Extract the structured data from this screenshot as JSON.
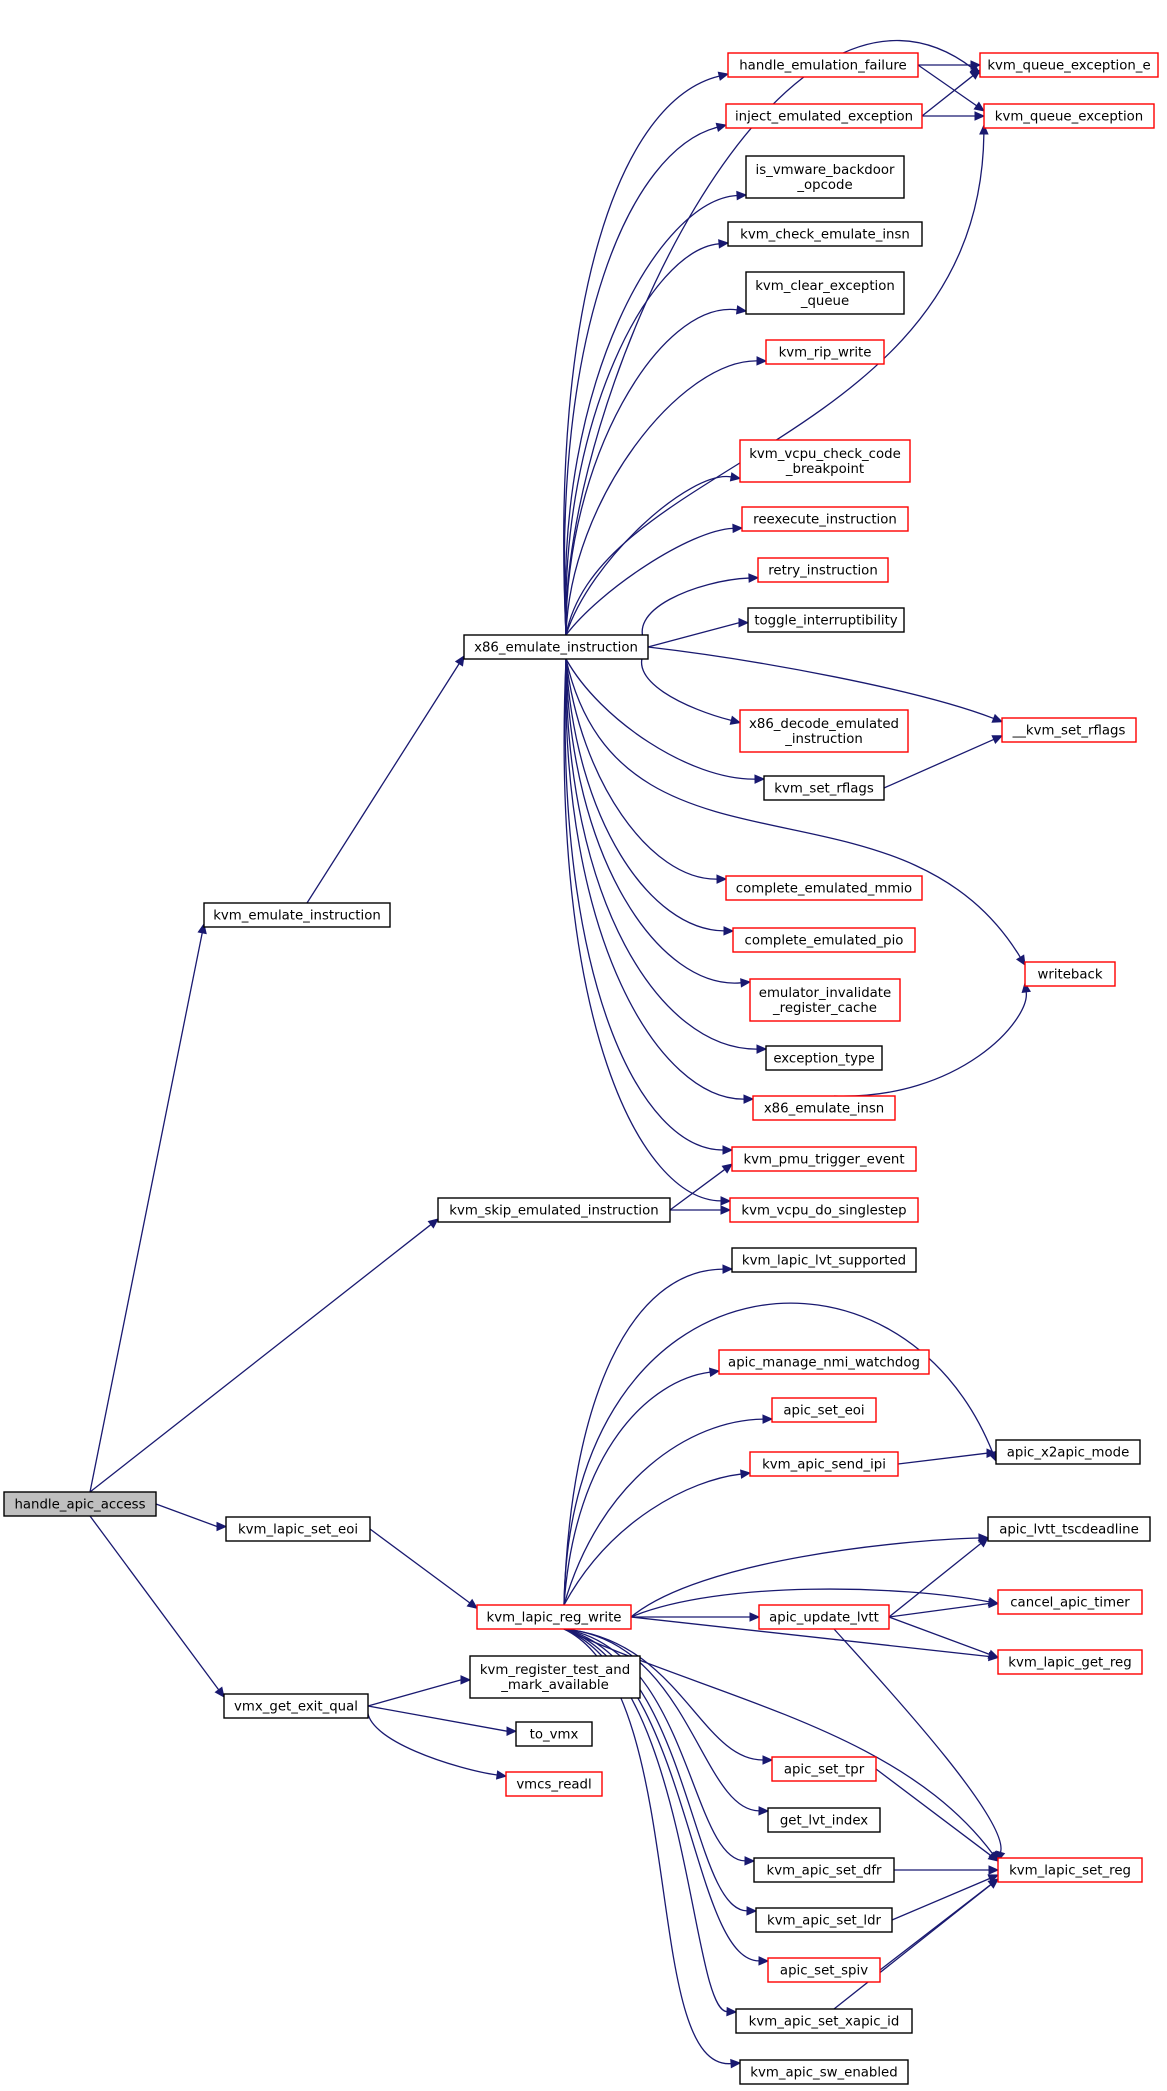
{
  "graph": {
    "edge_color": "#191970",
    "linked_border_color": "#ff0000",
    "plain_border_color": "#000000",
    "root_fill_color": "#bfbfbf",
    "nodes": [
      {
        "id": "n_root",
        "lines": [
          "handle_apic_access"
        ],
        "style": "root"
      },
      {
        "id": "n_kei",
        "lines": [
          "kvm_emulate_instruction"
        ],
        "style": "plain"
      },
      {
        "id": "n_x86ei",
        "lines": [
          "x86_emulate_instruction"
        ],
        "style": "plain"
      },
      {
        "id": "n_hef",
        "lines": [
          "handle_emulation_failure"
        ],
        "style": "linked"
      },
      {
        "id": "n_kqee",
        "lines": [
          "kvm_queue_exception_e"
        ],
        "style": "linked"
      },
      {
        "id": "n_kqe",
        "lines": [
          "kvm_queue_exception"
        ],
        "style": "linked"
      },
      {
        "id": "n_iee",
        "lines": [
          "inject_emulated_exception"
        ],
        "style": "linked"
      },
      {
        "id": "n_ivbo",
        "lines": [
          "is_vmware_backdoor",
          "_opcode"
        ],
        "style": "plain"
      },
      {
        "id": "n_kcei",
        "lines": [
          "kvm_check_emulate_insn"
        ],
        "style": "plain"
      },
      {
        "id": "n_kceq",
        "lines": [
          "kvm_clear_exception",
          "_queue"
        ],
        "style": "plain"
      },
      {
        "id": "n_krw",
        "lines": [
          "kvm_rip_write"
        ],
        "style": "linked"
      },
      {
        "id": "n_kvccb",
        "lines": [
          "kvm_vcpu_check_code",
          "_breakpoint"
        ],
        "style": "linked"
      },
      {
        "id": "n_rei",
        "lines": [
          "reexecute_instruction"
        ],
        "style": "linked"
      },
      {
        "id": "n_ri",
        "lines": [
          "retry_instruction"
        ],
        "style": "linked"
      },
      {
        "id": "n_ti",
        "lines": [
          "toggle_interruptibility"
        ],
        "style": "plain"
      },
      {
        "id": "n_ksr_",
        "lines": [
          "__kvm_set_rflags"
        ],
        "style": "linked"
      },
      {
        "id": "n_x86dei",
        "lines": [
          "x86_decode_emulated",
          "_instruction"
        ],
        "style": "linked"
      },
      {
        "id": "n_ksr",
        "lines": [
          "kvm_set_rflags"
        ],
        "style": "plain"
      },
      {
        "id": "n_cem",
        "lines": [
          "complete_emulated_mmio"
        ],
        "style": "linked"
      },
      {
        "id": "n_cep",
        "lines": [
          "complete_emulated_pio"
        ],
        "style": "linked"
      },
      {
        "id": "n_wb",
        "lines": [
          "writeback"
        ],
        "style": "linked"
      },
      {
        "id": "n_eirc",
        "lines": [
          "emulator_invalidate",
          "_register_cache"
        ],
        "style": "linked"
      },
      {
        "id": "n_et",
        "lines": [
          "exception_type"
        ],
        "style": "plain"
      },
      {
        "id": "n_x86insn",
        "lines": [
          "x86_emulate_insn"
        ],
        "style": "linked"
      },
      {
        "id": "n_kpte",
        "lines": [
          "kvm_pmu_trigger_event"
        ],
        "style": "linked"
      },
      {
        "id": "n_kvds",
        "lines": [
          "kvm_vcpu_do_singlestep"
        ],
        "style": "linked"
      },
      {
        "id": "n_ksei",
        "lines": [
          "kvm_skip_emulated_instruction"
        ],
        "style": "plain"
      },
      {
        "id": "n_kllvts",
        "lines": [
          "kvm_lapic_lvt_supported"
        ],
        "style": "plain"
      },
      {
        "id": "n_amnw",
        "lines": [
          "apic_manage_nmi_watchdog"
        ],
        "style": "linked"
      },
      {
        "id": "n_ax2m",
        "lines": [
          "apic_x2apic_mode"
        ],
        "style": "plain"
      },
      {
        "id": "n_ase",
        "lines": [
          "apic_set_eoi"
        ],
        "style": "linked"
      },
      {
        "id": "n_kasi",
        "lines": [
          "kvm_apic_send_ipi"
        ],
        "style": "linked"
      },
      {
        "id": "n_kise",
        "lines": [
          "kvm_lapic_set_eoi"
        ],
        "style": "plain"
      },
      {
        "id": "n_altd",
        "lines": [
          "apic_lvtt_tscdeadline"
        ],
        "style": "plain"
      },
      {
        "id": "n_cat",
        "lines": [
          "cancel_apic_timer"
        ],
        "style": "linked"
      },
      {
        "id": "n_klrw",
        "lines": [
          "kvm_lapic_reg_write"
        ],
        "style": "linked"
      },
      {
        "id": "n_aul",
        "lines": [
          "apic_update_lvtt"
        ],
        "style": "linked"
      },
      {
        "id": "n_klgr",
        "lines": [
          "kvm_lapic_get_reg"
        ],
        "style": "linked"
      },
      {
        "id": "n_krtma",
        "lines": [
          "kvm_register_test_and",
          "_mark_available"
        ],
        "style": "plain"
      },
      {
        "id": "n_vgeq",
        "lines": [
          "vmx_get_exit_qual"
        ],
        "style": "plain"
      },
      {
        "id": "n_tovmx",
        "lines": [
          "to_vmx"
        ],
        "style": "plain"
      },
      {
        "id": "n_vmcsr",
        "lines": [
          "vmcs_readl"
        ],
        "style": "linked"
      },
      {
        "id": "n_ast",
        "lines": [
          "apic_set_tpr"
        ],
        "style": "linked"
      },
      {
        "id": "n_gli",
        "lines": [
          "get_lvt_index"
        ],
        "style": "plain"
      },
      {
        "id": "n_kasd",
        "lines": [
          "kvm_apic_set_dfr"
        ],
        "style": "plain"
      },
      {
        "id": "n_klsr",
        "lines": [
          "kvm_lapic_set_reg"
        ],
        "style": "linked"
      },
      {
        "id": "n_kasl",
        "lines": [
          "kvm_apic_set_ldr"
        ],
        "style": "plain"
      },
      {
        "id": "n_ass",
        "lines": [
          "apic_set_spiv"
        ],
        "style": "linked"
      },
      {
        "id": "n_kasx",
        "lines": [
          "kvm_apic_set_xapic_id"
        ],
        "style": "plain"
      },
      {
        "id": "n_kase",
        "lines": [
          "kvm_apic_sw_enabled"
        ],
        "style": "plain"
      }
    ],
    "edges": [
      {
        "from": "n_root",
        "to": "n_kei"
      },
      {
        "from": "n_root",
        "to": "n_ksei"
      },
      {
        "from": "n_root",
        "to": "n_kise"
      },
      {
        "from": "n_root",
        "to": "n_vgeq"
      },
      {
        "from": "n_kei",
        "to": "n_x86ei"
      },
      {
        "from": "n_x86ei",
        "to": "n_hef"
      },
      {
        "from": "n_x86ei",
        "to": "n_kqee"
      },
      {
        "from": "n_x86ei",
        "to": "n_iee"
      },
      {
        "from": "n_x86ei",
        "to": "n_ivbo"
      },
      {
        "from": "n_x86ei",
        "to": "n_kcei"
      },
      {
        "from": "n_x86ei",
        "to": "n_kceq"
      },
      {
        "from": "n_x86ei",
        "to": "n_krw"
      },
      {
        "from": "n_x86ei",
        "to": "n_kqe"
      },
      {
        "from": "n_x86ei",
        "to": "n_kvccb"
      },
      {
        "from": "n_x86ei",
        "to": "n_rei"
      },
      {
        "from": "n_x86ei",
        "to": "n_ri"
      },
      {
        "from": "n_x86ei",
        "to": "n_ti"
      },
      {
        "from": "n_x86ei",
        "to": "n_ksr_"
      },
      {
        "from": "n_x86ei",
        "to": "n_x86dei"
      },
      {
        "from": "n_x86ei",
        "to": "n_ksr"
      },
      {
        "from": "n_x86ei",
        "to": "n_wb"
      },
      {
        "from": "n_x86ei",
        "to": "n_cem"
      },
      {
        "from": "n_x86ei",
        "to": "n_cep"
      },
      {
        "from": "n_x86ei",
        "to": "n_eirc"
      },
      {
        "from": "n_x86ei",
        "to": "n_et"
      },
      {
        "from": "n_x86ei",
        "to": "n_x86insn"
      },
      {
        "from": "n_x86ei",
        "to": "n_kpte"
      },
      {
        "from": "n_x86ei",
        "to": "n_kvds"
      },
      {
        "from": "n_hef",
        "to": "n_kqee"
      },
      {
        "from": "n_hef",
        "to": "n_kqe"
      },
      {
        "from": "n_iee",
        "to": "n_kqee"
      },
      {
        "from": "n_iee",
        "to": "n_kqe"
      },
      {
        "from": "n_ksr",
        "to": "n_ksr_"
      },
      {
        "from": "n_x86insn",
        "to": "n_wb"
      },
      {
        "from": "n_ksei",
        "to": "n_kpte"
      },
      {
        "from": "n_ksei",
        "to": "n_kvds"
      },
      {
        "from": "n_kise",
        "to": "n_klrw"
      },
      {
        "from": "n_klrw",
        "to": "n_kllvts"
      },
      {
        "from": "n_klrw",
        "to": "n_amnw"
      },
      {
        "from": "n_klrw",
        "to": "n_ax2m"
      },
      {
        "from": "n_klrw",
        "to": "n_ase"
      },
      {
        "from": "n_klrw",
        "to": "n_kasi"
      },
      {
        "from": "n_klrw",
        "to": "n_altd"
      },
      {
        "from": "n_klrw",
        "to": "n_cat"
      },
      {
        "from": "n_klrw",
        "to": "n_aul"
      },
      {
        "from": "n_klrw",
        "to": "n_klgr"
      },
      {
        "from": "n_klrw",
        "to": "n_klsr"
      },
      {
        "from": "n_klrw",
        "to": "n_ast"
      },
      {
        "from": "n_klrw",
        "to": "n_gli"
      },
      {
        "from": "n_klrw",
        "to": "n_kasd"
      },
      {
        "from": "n_klrw",
        "to": "n_kasl"
      },
      {
        "from": "n_klrw",
        "to": "n_ass"
      },
      {
        "from": "n_klrw",
        "to": "n_kasx"
      },
      {
        "from": "n_klrw",
        "to": "n_kase"
      },
      {
        "from": "n_kasi",
        "to": "n_ax2m"
      },
      {
        "from": "n_aul",
        "to": "n_altd"
      },
      {
        "from": "n_aul",
        "to": "n_cat"
      },
      {
        "from": "n_aul",
        "to": "n_klgr"
      },
      {
        "from": "n_aul",
        "to": "n_klsr"
      },
      {
        "from": "n_vgeq",
        "to": "n_krtma"
      },
      {
        "from": "n_vgeq",
        "to": "n_tovmx"
      },
      {
        "from": "n_vgeq",
        "to": "n_vmcsr"
      },
      {
        "from": "n_ast",
        "to": "n_klsr"
      },
      {
        "from": "n_kasd",
        "to": "n_klsr"
      },
      {
        "from": "n_kasl",
        "to": "n_klsr"
      },
      {
        "from": "n_ass",
        "to": "n_klsr"
      },
      {
        "from": "n_kasx",
        "to": "n_klsr"
      }
    ]
  }
}
